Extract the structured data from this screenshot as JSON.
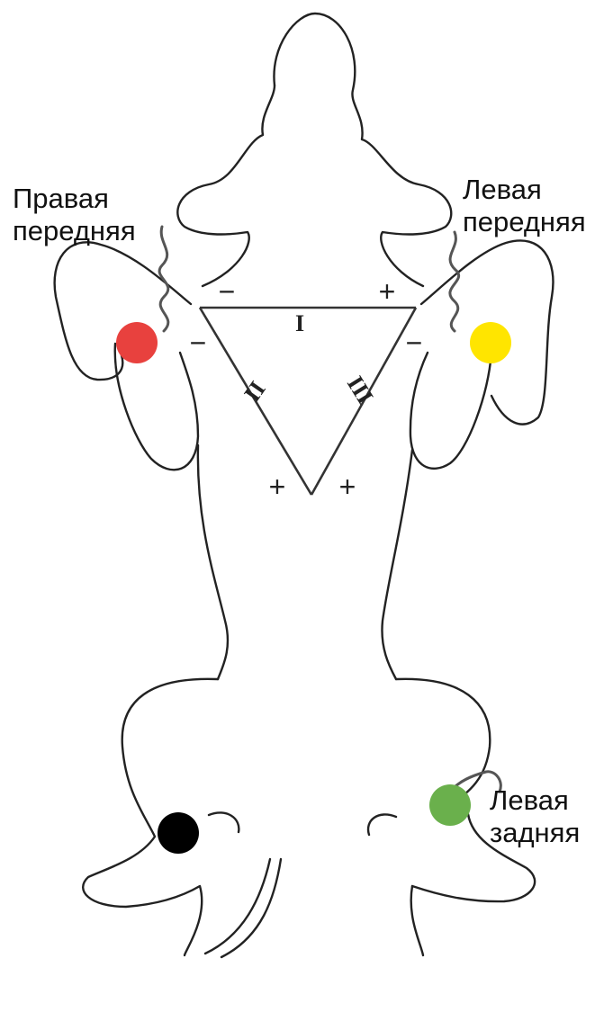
{
  "labels": {
    "right_front": [
      "Правая",
      "передняя"
    ],
    "left_front": [
      "Левая",
      "передняя"
    ],
    "left_hind": [
      "Левая",
      "задняя"
    ]
  },
  "leads": [
    "I",
    "II",
    "III"
  ],
  "polarity": {
    "minus": "−",
    "plus": "+"
  },
  "electrodes": {
    "right_front": "#e8413e",
    "left_front": "#ffe500",
    "left_hind": "#6ab04c",
    "right_hind": "#000000"
  }
}
